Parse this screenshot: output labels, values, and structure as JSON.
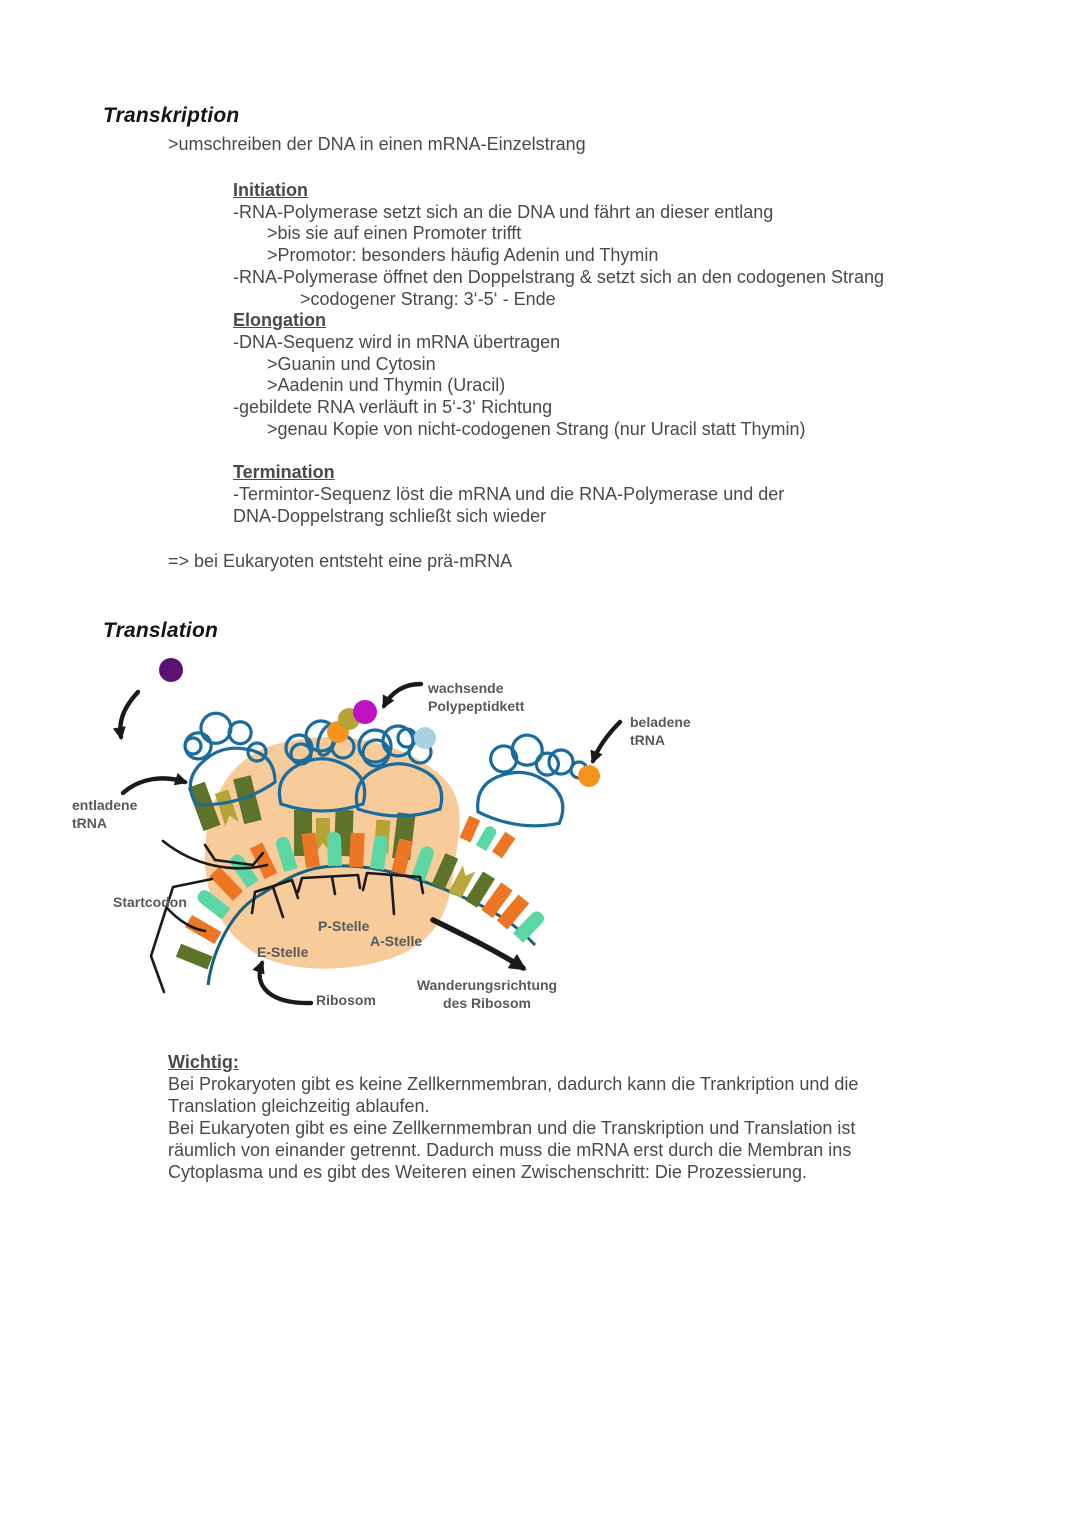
{
  "transkription": {
    "title": "Transkription",
    "intro": ">umschreiben der DNA in einen mRNA-Einzelstrang",
    "initiation": {
      "heading": "Initiation",
      "l1": "-RNA-Polymerase setzt sich an die DNA und fährt an dieser entlang",
      "l2": ">bis sie auf einen Promoter trifft",
      "l3": ">Promotor: besonders häufig Adenin und Thymin",
      "l4": "-RNA-Polymerase öffnet den Doppelstrang & setzt sich an den codogenen Strang",
      "l5": ">codogener Strang: 3‘-5‘ - Ende"
    },
    "elongation": {
      "heading": "Elongation",
      "l1": "-DNA-Sequenz wird in mRNA übertragen",
      "l2": ">Guanin und Cytosin",
      "l3": ">Aadenin und Thymin (Uracil)",
      "l4": "-gebildete RNA verläuft in 5‘-3‘ Richtung",
      "l5": ">genau Kopie von nicht-codogenen Strang (nur Uracil statt Thymin)"
    },
    "termination": {
      "heading": "Termination",
      "l1": "-Termintor-Sequenz löst die mRNA und die RNA-Polymerase und der",
      "l2": "DNA-Doppelstrang schließt sich wieder"
    },
    "conclusion": "=> bei Eukaryoten entsteht eine prä-mRNA"
  },
  "translation": {
    "title": "Translation",
    "labels": {
      "growing_1": "wachsende",
      "growing_2": "Polypeptidkett",
      "loaded_1": "beladene",
      "loaded_2": "tRNA",
      "unloaded_1": "entladene",
      "unloaded_2": "tRNA",
      "startcodon": "Startcodon",
      "p_site": "P-Stelle",
      "a_site": "A-Stelle",
      "e_site": "E-Stelle",
      "ribosome": "Ribosom",
      "direction_1": "Wanderungsrichtung",
      "direction_2": "des Ribosom"
    },
    "colors": {
      "ribosome": "#F8CB9B",
      "mrna": "#17607E",
      "trna": "#1B6C9C",
      "c-orange": "#EC7623",
      "c-teal": "#5CD6A3",
      "c-dkgreen": "#5C7329",
      "c-olive": "#B9A63D",
      "a-purple": "#5A1272",
      "a-magenta": "#C011C5",
      "a-orange": "#F7941E",
      "a-olive": "#B5A336",
      "a-blue": "#A8D2E2",
      "label": "#58595B",
      "arrow": "#1A1A1A"
    }
  },
  "wichtig": {
    "heading": "Wichtig:",
    "lines": [
      "Bei Prokaryoten gibt es keine Zellkernmembran, dadurch kann die Trankription und die",
      "Translation gleichzeitig ablaufen.",
      "Bei Eukaryoten gibt es eine Zellkernmembran und die Transkription und Translation ist",
      "räumlich von einander getrennt. Dadurch muss die mRNA erst durch die Membran ins",
      "Cytoplasma und es gibt des Weiteren einen Zwischenschritt: Die Prozessierung."
    ]
  }
}
